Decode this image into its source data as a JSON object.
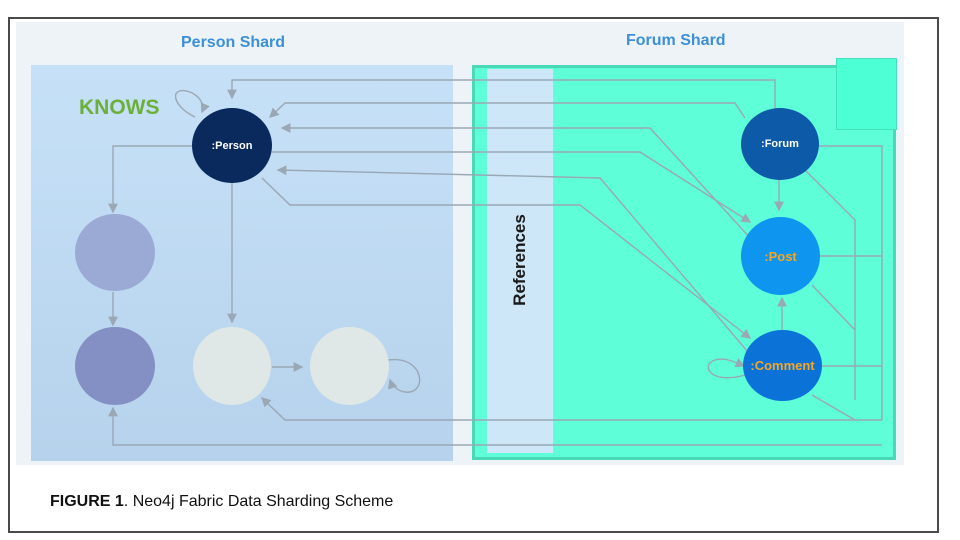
{
  "diagram": {
    "person_shard_title": "Person Shard",
    "forum_shard_title": "Forum Shard",
    "references_label": "References",
    "knows_label": "KNOWS",
    "nodes": {
      "person": ":Person",
      "forum": ":Forum",
      "post": ":Post",
      "comment": ":Comment"
    }
  },
  "caption": {
    "prefix": "FIGURE 1",
    "text": ". Neo4j Fabric Data Sharding Scheme"
  },
  "colors": {
    "person_node": "#0a2a5e",
    "forum_node": "#0d5aa8",
    "post_node": "#0e95f0",
    "comment_node": "#0b72d8",
    "node_label_orange": "#f5a623",
    "knows_green": "#6cb03a",
    "shard_title_blue": "#3d8fd6",
    "edge_gray": "#9aa7b4"
  }
}
